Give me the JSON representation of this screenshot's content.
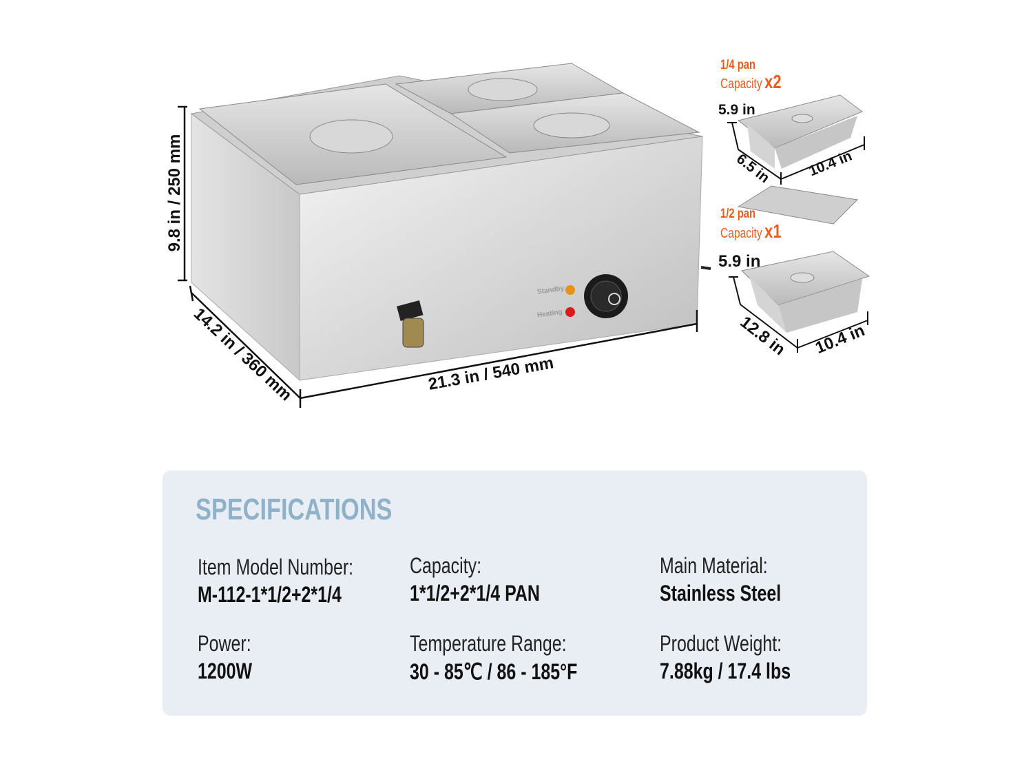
{
  "product": {
    "height_dim": "9.8 in / 250 mm",
    "depth_dim": "14.2 in / 360 mm",
    "width_dim": "21.3 in / 540 mm",
    "standby_label": "Standby",
    "heating_label": "Heating",
    "standby_color": "#e8901c",
    "heating_color": "#d81c1c"
  },
  "pans": [
    {
      "title": "1/4 pan",
      "capacity_label": "Capacity",
      "count": "x2",
      "height": "5.9 in",
      "depth": "6.5 in",
      "width": "10.4 in"
    },
    {
      "title": "1/2 pan",
      "capacity_label": "Capacity",
      "count": "x1",
      "height": "5.9 in",
      "depth": "12.8 in",
      "width": "10.4 in"
    }
  ],
  "accent_color": "#f05a1a",
  "specifications": {
    "title": "SPECIFICATIONS",
    "items": [
      {
        "label": "Item Model Number:",
        "value": "M-112-1*1/2+2*1/4"
      },
      {
        "label": "Capacity:",
        "value": "1*1/2+2*1/4 PAN"
      },
      {
        "label": "Main Material:",
        "value": "Stainless Steel"
      },
      {
        "label": "Power:",
        "value": "1200W"
      },
      {
        "label": "Temperature Range:",
        "value": "30 - 85℃ / 86 - 185°F"
      },
      {
        "label": "Product Weight:",
        "value": "7.88kg / 17.4 lbs"
      }
    ]
  }
}
